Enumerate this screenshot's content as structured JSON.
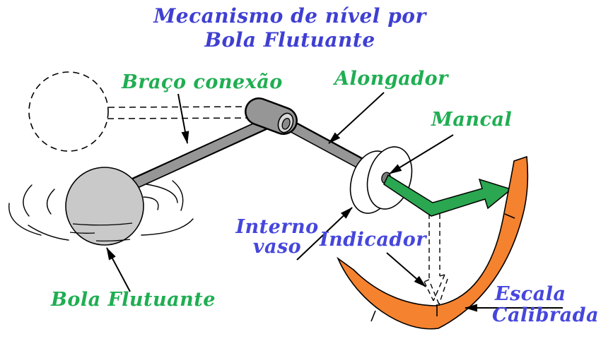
{
  "title": {
    "line1": "Mecanismo de nível por",
    "line2": "Bola  Flutuante"
  },
  "labels": {
    "braco_conexao": "Braço conexão",
    "alongador": "Alongador",
    "mancal": "Mancal",
    "interno_vaso_line1": "Interno",
    "interno_vaso_line2": "vaso",
    "indicador": "Indicador",
    "escala_calibrada_line1": "Escala",
    "escala_calibrada_line2": "Calibrada",
    "bola_flutuante": "Bola Flutuante"
  },
  "colors": {
    "title_text": "#3f3fd3",
    "label_blue": "#4646dd",
    "label_green": "#1fae52",
    "indicator_green": "#2aa750",
    "scale_orange": "#f5822f",
    "rod_gray": "#969696",
    "ball_gray": "#c9c9c9",
    "disc_white": "#ffffff",
    "outline": "#000000"
  },
  "shapes": {
    "ghost_ball": "dashed-circle-high-level-position",
    "float_ball": "gray-ball-on-water",
    "connection_rod": "braco-conexao-rod",
    "extension_rod": "alongador-rod",
    "pivot_hub": "rotating-joint",
    "bearing_disc": "mancal-disc",
    "indicator_arrow": "green-bent-pointer",
    "scale_arc": "orange-calibrated-scale",
    "ghost_indicator": "dashed-movement-arrows"
  }
}
